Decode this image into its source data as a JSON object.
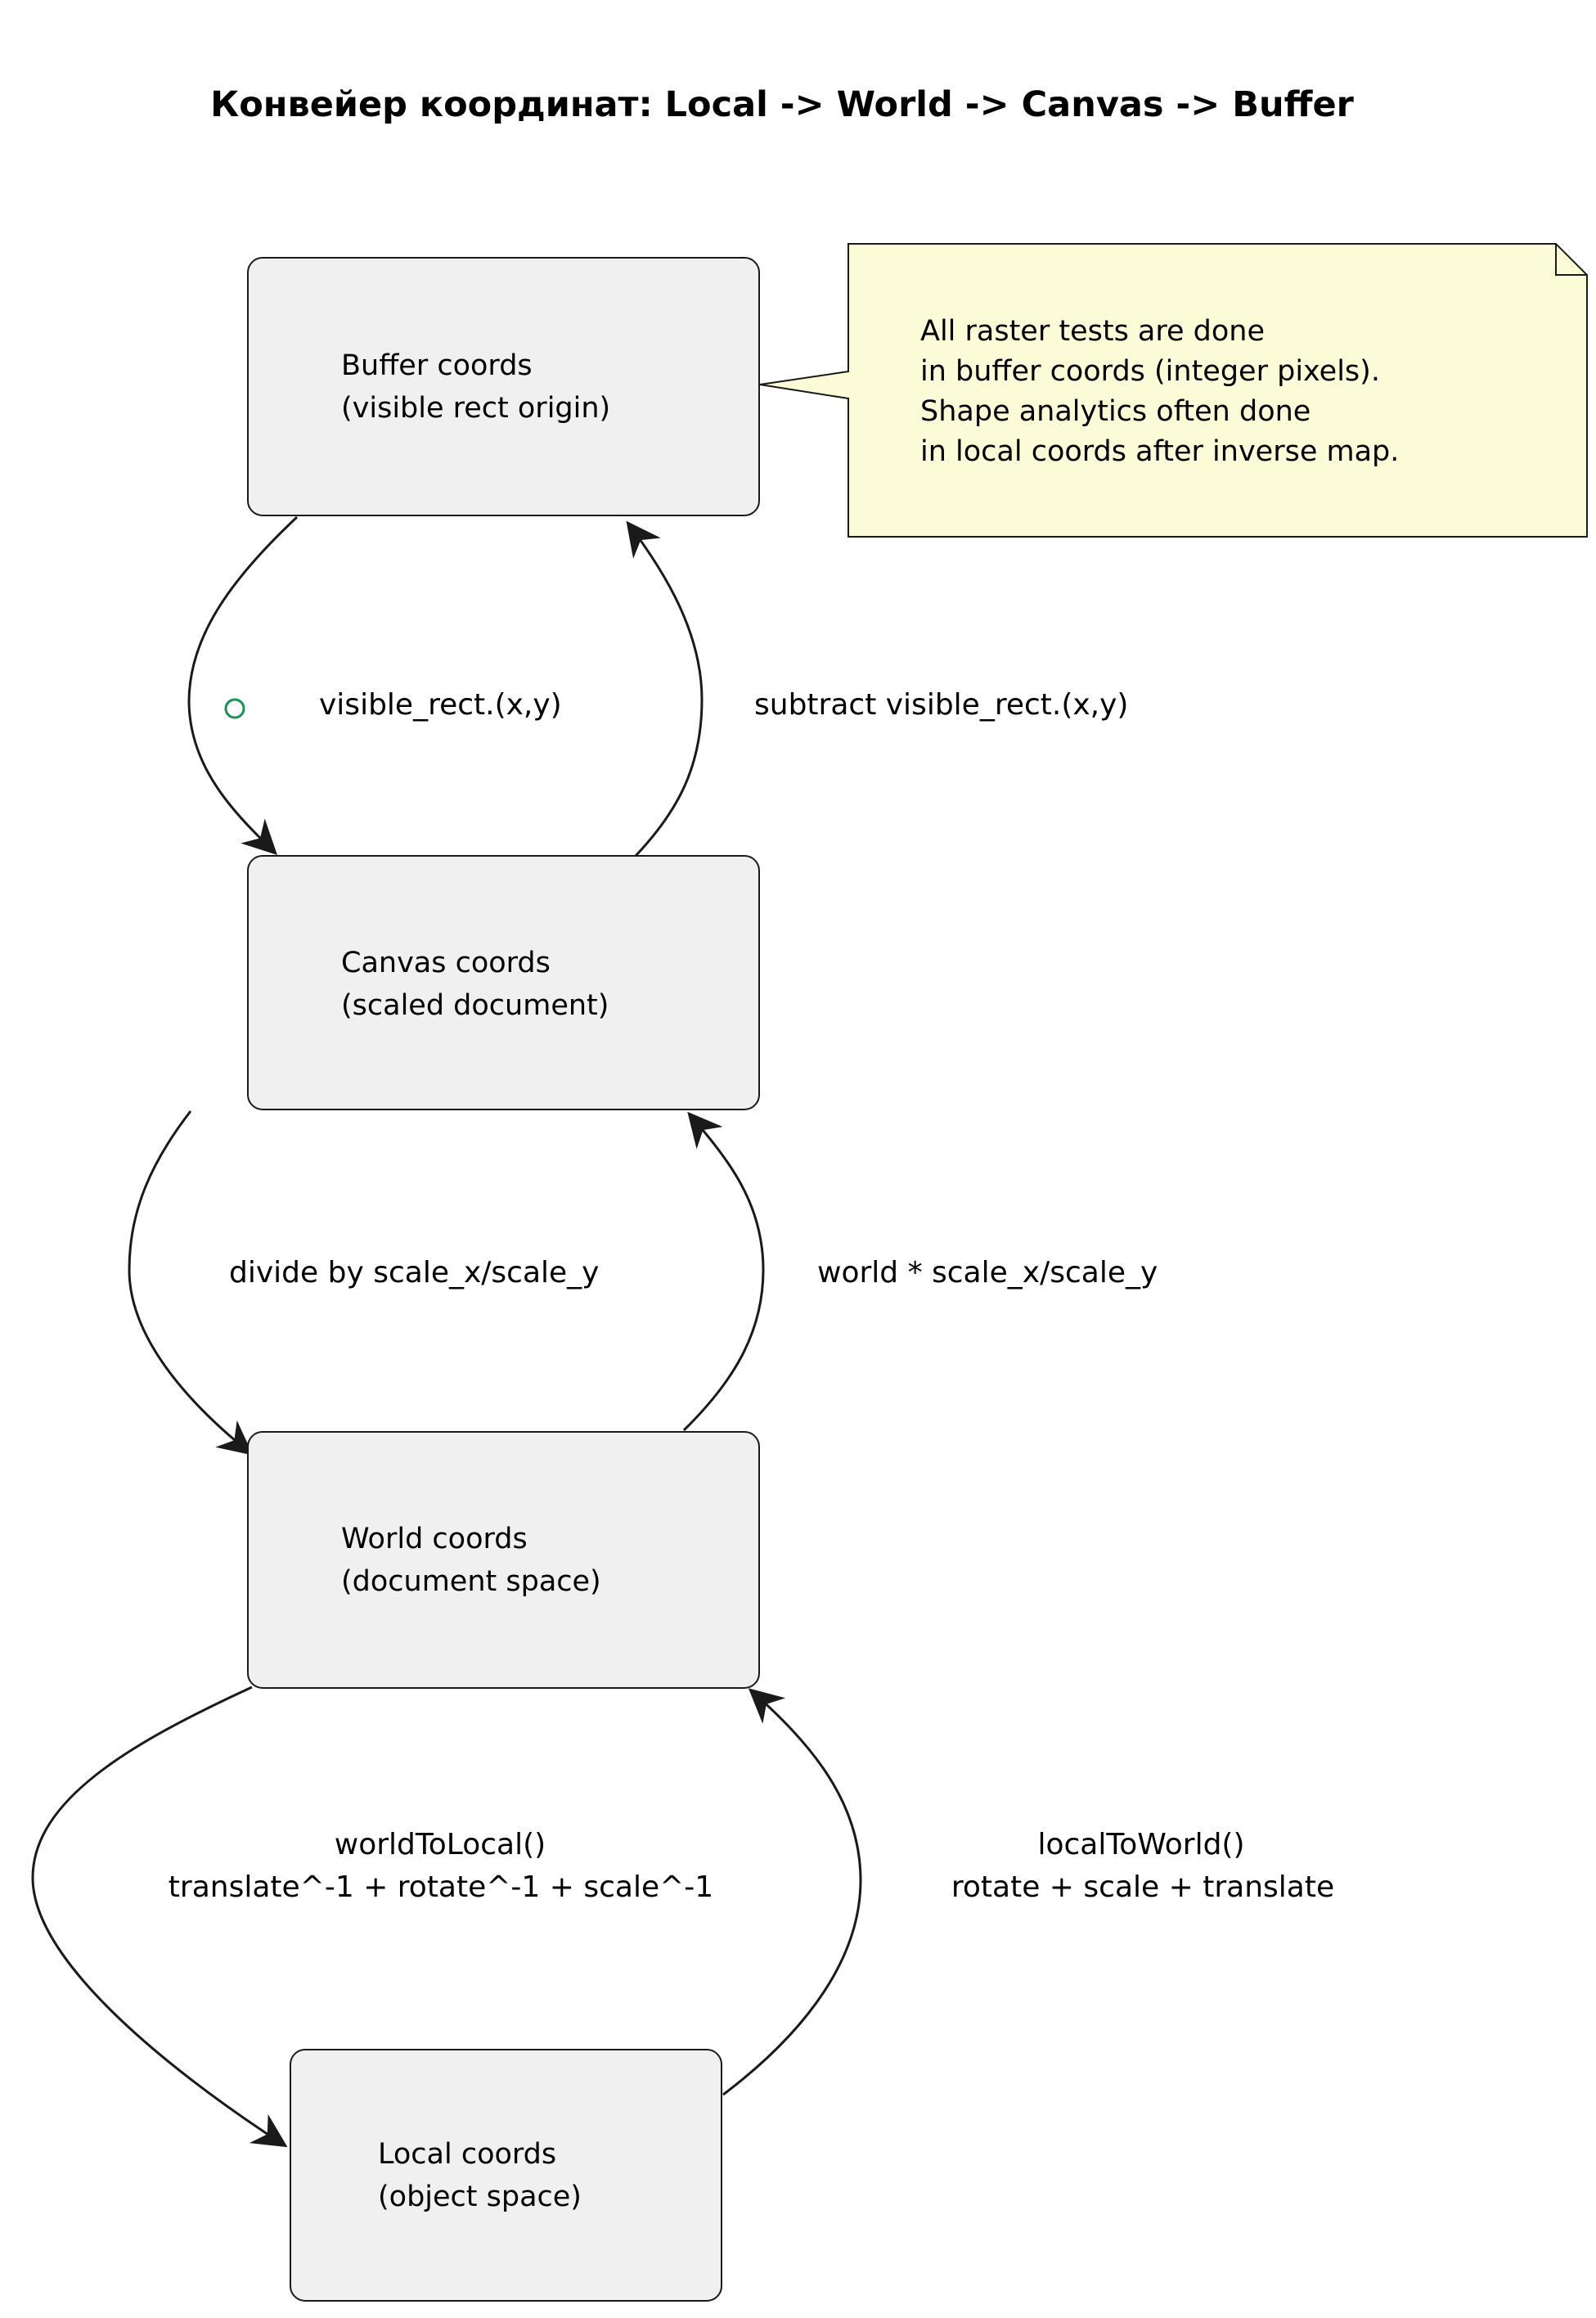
{
  "title": "Конвейер координат: Local -> World -> Canvas -> Buffer",
  "nodes": {
    "buffer": {
      "line1": "Buffer coords",
      "line2": "(visible rect origin)"
    },
    "canvas": {
      "line1": "Canvas coords",
      "line2": "(scaled document)"
    },
    "world": {
      "line1": "World coords",
      "line2": "(document space)"
    },
    "local": {
      "line1": "Local coords",
      "line2": "(object space)"
    }
  },
  "note": {
    "line1": "All raster tests are done",
    "line2": "in buffer coords (integer pixels).",
    "line3": "Shape analytics often done",
    "line4": "in local coords after inverse map."
  },
  "edges": {
    "buffer_to_canvas": "visible_rect.(x,y)",
    "canvas_to_buffer": "subtract visible_rect.(x,y)",
    "canvas_to_world": "divide by scale_x/scale_y",
    "world_to_canvas": "world * scale_x/scale_y",
    "world_to_local_line1": "worldToLocal()",
    "world_to_local_line2": "translate^-1 + rotate^-1 + scale^-1",
    "local_to_world_line1": "localToWorld()",
    "local_to_world_line2": "rotate + scale + translate"
  },
  "colors": {
    "node_fill": "#f0f0f0",
    "note_fill": "#fbfbd8",
    "edge_color": "#1a1a1a",
    "circle_stroke": "#18944e",
    "background": "#ffffff"
  }
}
